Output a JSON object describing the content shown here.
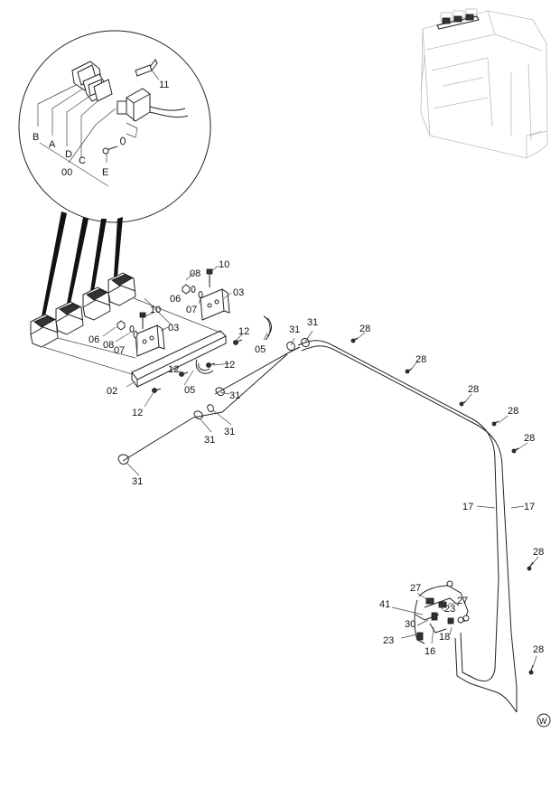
{
  "detail_labels": [
    "B",
    "A",
    "D",
    "00",
    "C",
    "E",
    "11"
  ],
  "labels": [
    {
      "id": "l10a",
      "text": "10"
    },
    {
      "id": "l08a",
      "text": "08"
    },
    {
      "id": "l06a",
      "text": "06"
    },
    {
      "id": "l03a",
      "text": "03"
    },
    {
      "id": "l07a",
      "text": "07"
    },
    {
      "id": "l10b",
      "text": "10"
    },
    {
      "id": "l03b",
      "text": "03"
    },
    {
      "id": "l06b",
      "text": "06"
    },
    {
      "id": "l08b",
      "text": "08"
    },
    {
      "id": "l07b",
      "text": "07"
    },
    {
      "id": "l12a",
      "text": "12"
    },
    {
      "id": "l05a",
      "text": "05"
    },
    {
      "id": "l12b",
      "text": "12"
    },
    {
      "id": "l02",
      "text": "02"
    },
    {
      "id": "l12c",
      "text": "12"
    },
    {
      "id": "l05b",
      "text": "05"
    },
    {
      "id": "l12d",
      "text": "12"
    },
    {
      "id": "l31a",
      "text": "31"
    },
    {
      "id": "l31b",
      "text": "31"
    },
    {
      "id": "l31c",
      "text": "31"
    },
    {
      "id": "l31d",
      "text": "31"
    },
    {
      "id": "l31e",
      "text": "31"
    },
    {
      "id": "l31f",
      "text": "31"
    },
    {
      "id": "l28a",
      "text": "28"
    },
    {
      "id": "l28b",
      "text": "28"
    },
    {
      "id": "l28c",
      "text": "28"
    },
    {
      "id": "l28d",
      "text": "28"
    },
    {
      "id": "l28e",
      "text": "28"
    },
    {
      "id": "l17a",
      "text": "17"
    },
    {
      "id": "l17b",
      "text": "17"
    },
    {
      "id": "l28f",
      "text": "28"
    },
    {
      "id": "l27a",
      "text": "27"
    },
    {
      "id": "l27b",
      "text": "27"
    },
    {
      "id": "l41",
      "text": "41"
    },
    {
      "id": "l23a",
      "text": "23"
    },
    {
      "id": "l30",
      "text": "30"
    },
    {
      "id": "l18",
      "text": "18"
    },
    {
      "id": "l23b",
      "text": "23"
    },
    {
      "id": "l16",
      "text": "16"
    },
    {
      "id": "l28g",
      "text": "28"
    }
  ],
  "corner_mark": "W"
}
